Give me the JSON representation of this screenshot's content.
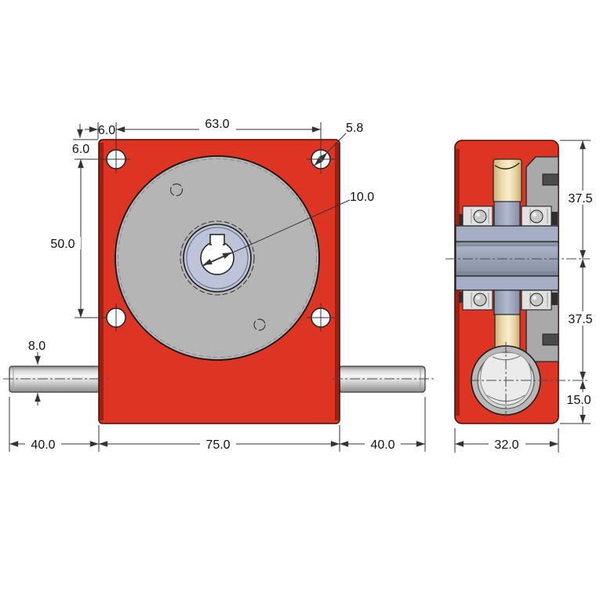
{
  "drawing": {
    "type": "two-view dimensioned engineering drawing of a worm gearbox",
    "front": {
      "dims": {
        "edge_to_hole_h": "6.0",
        "hole_span_h": "63.0",
        "hole_dia": "5.8",
        "edge_to_hole_v": "6.0",
        "hole_span_v": "50.0",
        "bore_dia": "10.0",
        "shaft_dia": "8.0",
        "shaft_left_len": "40.0",
        "body_width": "75.0",
        "shaft_right_len": "40.0"
      }
    },
    "side": {
      "dims": {
        "upper_half": "37.5",
        "lower_half": "37.5",
        "worm_offset": "15.0",
        "body_depth": "32.0"
      }
    },
    "colors": {
      "body_red": "#de3423",
      "edge_dark_red": "#9c2013",
      "wheel_gray": "#b5b5b5",
      "hub_blue": "#bdc4da",
      "steel_blue": "#a6aec6",
      "worm_tan": "#ecd8a6",
      "cover_gray": "#a9a9a9",
      "ring_gray": "#b8b8b8",
      "bore_white": "#ffffff",
      "line_color": "#333333"
    }
  }
}
